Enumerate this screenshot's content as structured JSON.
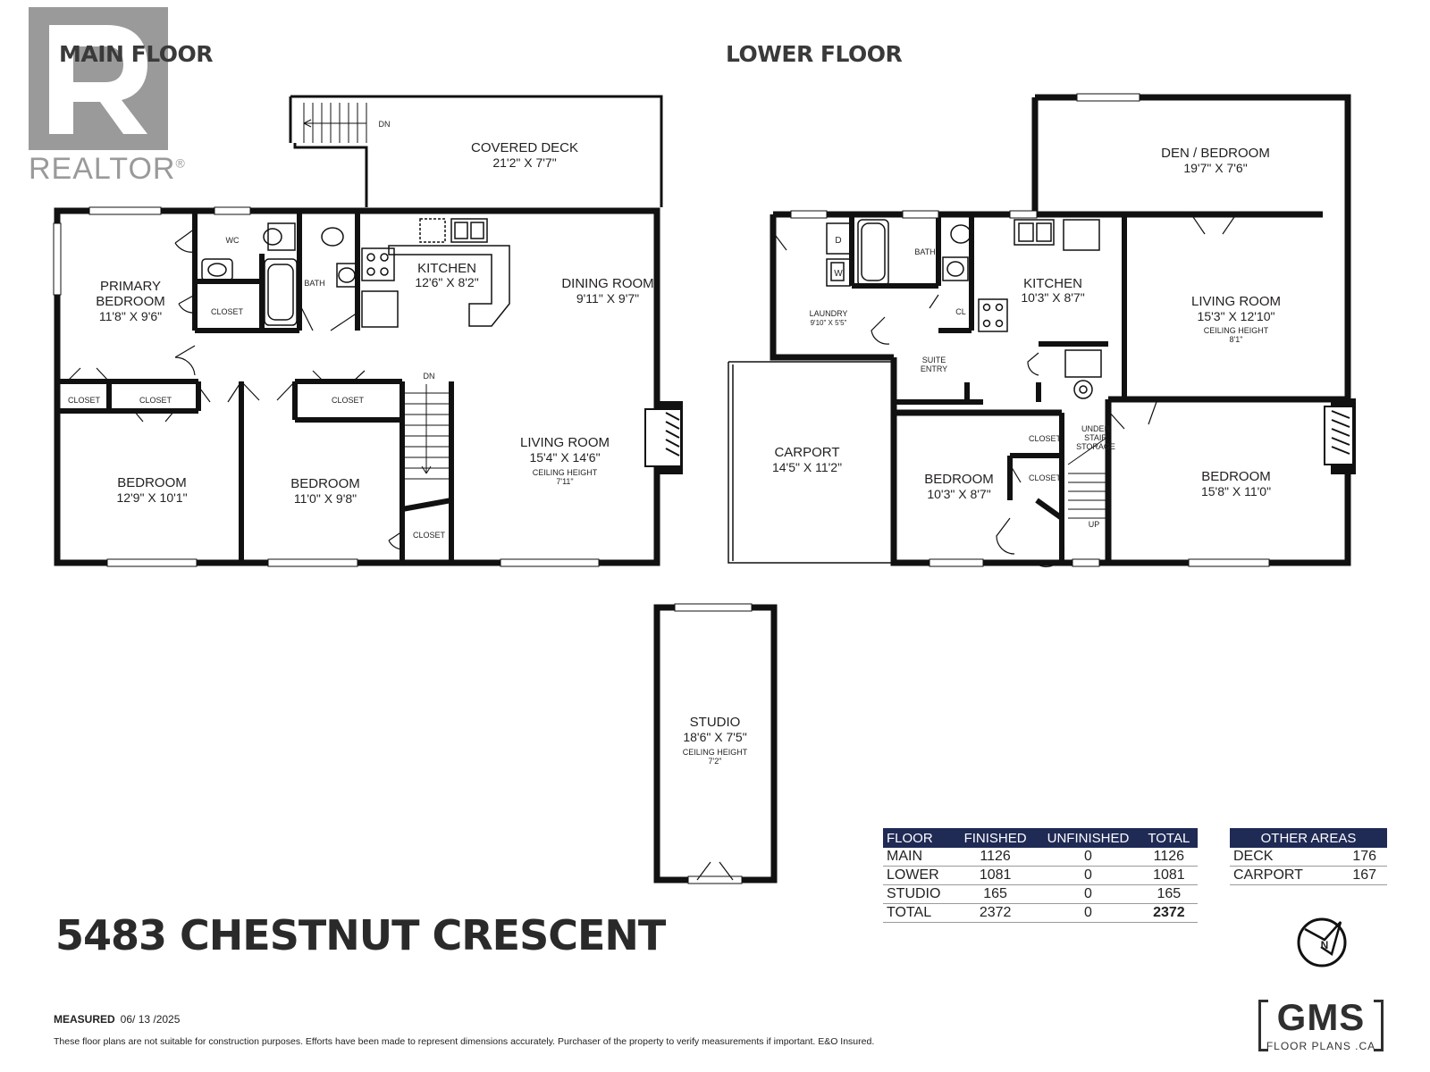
{
  "branding": {
    "realtor_word": "REALTOR",
    "realtor_mark": "®",
    "gms_main": "GMS",
    "gms_sub": "FLOOR PLANS .CA"
  },
  "main_floor": {
    "title": "MAIN FLOOR",
    "rooms": {
      "covered_deck": {
        "name": "COVERED DECK",
        "dim": "21'2\" X 7'7\""
      },
      "primary_bedroom": {
        "name1": "PRIMARY",
        "name2": "BEDROOM",
        "dim": "11'8\" X 9'6\""
      },
      "wc": {
        "name": "WC"
      },
      "bath": {
        "name": "BATH"
      },
      "closet_primary": {
        "name": "CLOSET"
      },
      "kitchen": {
        "name": "KITCHEN",
        "dim": "12'6\" X 8'2\""
      },
      "dining_room": {
        "name": "DINING ROOM",
        "dim": "9'11\" X 9'7\""
      },
      "living_room": {
        "name": "LIVING ROOM",
        "dim": "15'4\" X 14'6\"",
        "ceiling_label": "CEILING HEIGHT",
        "ceiling_value": "7'11\""
      },
      "closet_a": {
        "name": "CLOSET"
      },
      "closet_b": {
        "name": "CLOSET"
      },
      "closet_c": {
        "name": "CLOSET"
      },
      "closet_d": {
        "name": "CLOSET"
      },
      "bedroom_1": {
        "name": "BEDROOM",
        "dim": "12'9\" X 10'1\""
      },
      "bedroom_2": {
        "name": "BEDROOM",
        "dim": "11'0\" X 9'8\""
      },
      "stair_dn": "DN",
      "deck_dn": "DN"
    }
  },
  "lower_floor": {
    "title": "LOWER FLOOR",
    "rooms": {
      "den_bedroom": {
        "name": "DEN / BEDROOM",
        "dim": "19'7\" X 7'6\""
      },
      "laundry": {
        "name": "LAUNDRY",
        "dim": "9'10\" X 5'5\""
      },
      "dryer": "D",
      "washer": "W",
      "bath": {
        "name": "BATH"
      },
      "cl": {
        "name": "CL"
      },
      "kitchen": {
        "name": "KITCHEN",
        "dim": "10'3\" X 8'7\""
      },
      "living_room": {
        "name": "LIVING ROOM",
        "dim": "15'3\" X 12'10\"",
        "ceiling_label": "CEILING HEIGHT",
        "ceiling_value": "8'1\""
      },
      "suite_entry": {
        "line1": "SUITE",
        "line2": "ENTRY"
      },
      "carport": {
        "name": "CARPORT",
        "dim": "14'5\" X 11'2\""
      },
      "bedroom_1": {
        "name": "BEDROOM",
        "dim": "10'3\" X 8'7\""
      },
      "closet_1": {
        "name": "CLOSET"
      },
      "closet_2": {
        "name": "CLOSET"
      },
      "under_stair": {
        "line1": "UNDER",
        "line2": "STAIR",
        "line3": "STORAGE"
      },
      "stair_up": "UP",
      "bedroom_2": {
        "name": "BEDROOM",
        "dim": "15'8\" X 11'0\""
      }
    }
  },
  "studio": {
    "name": "STUDIO",
    "dim": "18'6\" X 7'5\"",
    "ceiling_label": "CEILING HEIGHT",
    "ceiling_value": "7'2\""
  },
  "area_table": {
    "headers": [
      "FLOOR",
      "FINISHED",
      "UNFINISHED",
      "TOTAL"
    ],
    "rows": [
      [
        "MAIN",
        "1126",
        "0",
        "1126"
      ],
      [
        "LOWER",
        "1081",
        "0",
        "1081"
      ],
      [
        "STUDIO",
        "165",
        "0",
        "165"
      ],
      [
        "TOTAL",
        "2372",
        "0",
        "2372"
      ]
    ]
  },
  "other_areas": {
    "header": "OTHER AREAS",
    "rows": [
      [
        "DECK",
        "176"
      ],
      [
        "CARPORT",
        "167"
      ]
    ]
  },
  "address": "5483 CHESTNUT CRESCENT",
  "measured": {
    "label": "MEASURED",
    "date": "06/ 13 /2025"
  },
  "disclaimer": "These floor plans are not suitable for construction purposes. Efforts have been made to represent dimensions accurately.  Purchaser of the property to verify measurements if important.  E&O Insured.",
  "compass": {
    "label": "N"
  }
}
